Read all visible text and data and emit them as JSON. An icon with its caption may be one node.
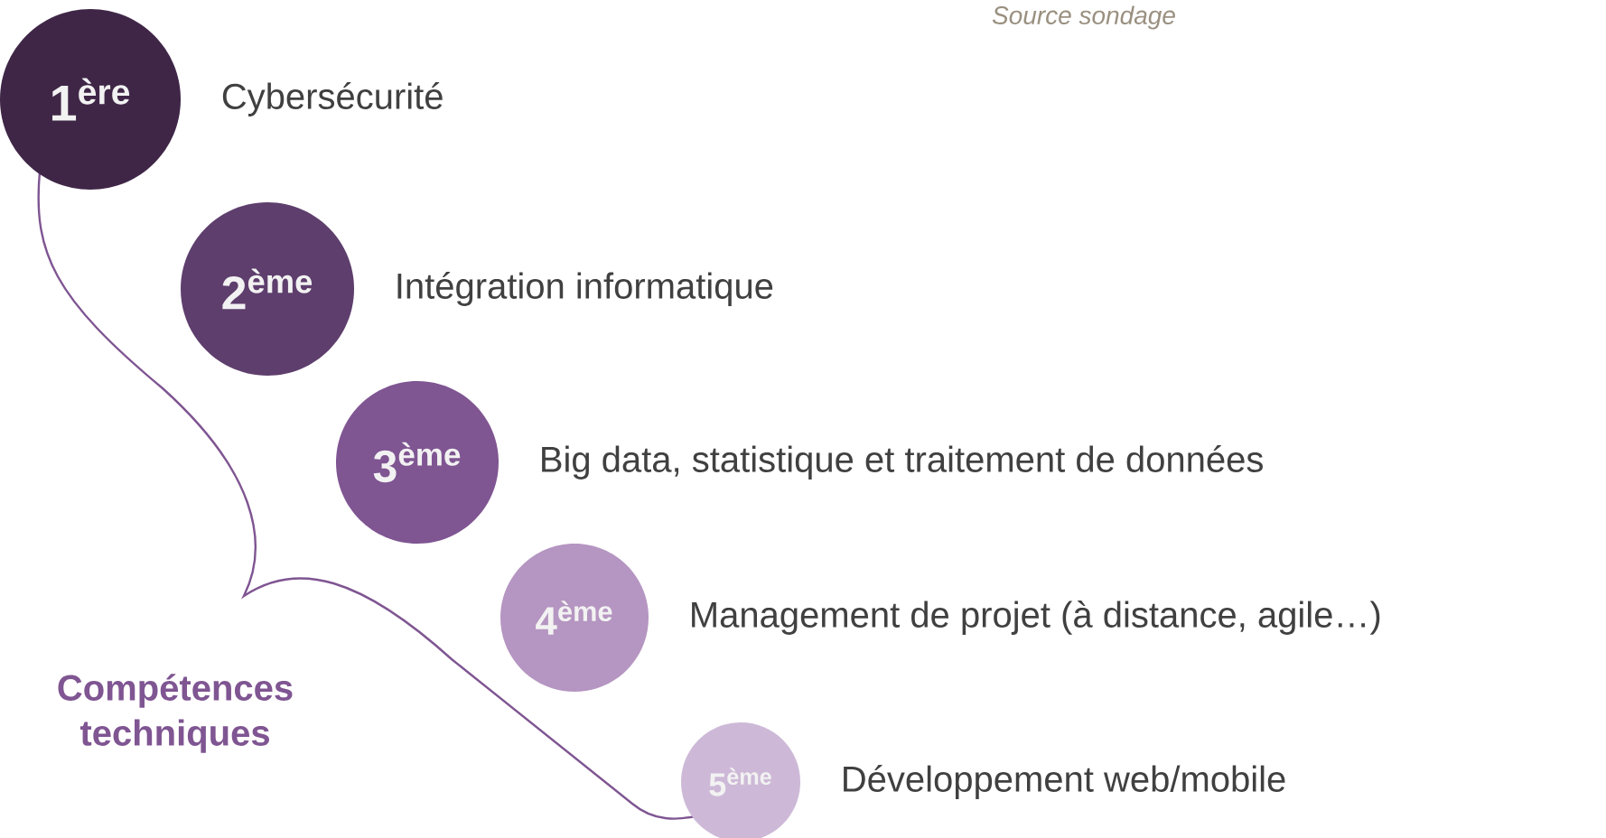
{
  "diagram": {
    "nodes": [
      {
        "text": [
          "1$^{ère}$"
        ],
        "beside": [
          "Cybersécurité"
        ]
      },
      {
        "text": [
          "2$^{ème}$"
        ],
        "beside": [
          "Intégration informatique"
        ]
      },
      {
        "text": [
          "3$^{ème}$"
        ],
        "beside": [
          "Big data, statistique et traitement de données"
        ]
      },
      {
        "text": [
          "4$^{ème}$"
        ],
        "beside": [
          "Management de projet (à distance, agile…)"
        ]
      },
      {
        "text": [
          "5$^{ème}$"
        ],
        "beside": [
          "Développement web/mobile"
        ]
      }
    ],
    "labels": [
      "Source sondage",
      "Compétences techniques"
    ]
  }
}
